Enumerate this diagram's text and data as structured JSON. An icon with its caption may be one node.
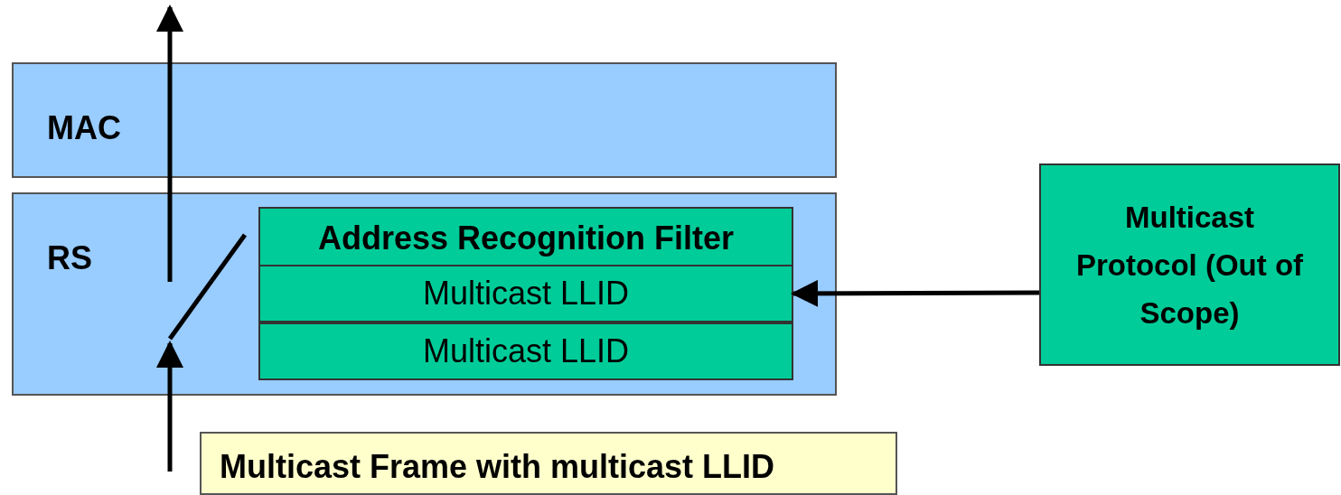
{
  "diagram": {
    "nodes": [
      {
        "text": [
          "MAC"
        ]
      },
      {
        "text": [
          "RS"
        ]
      },
      {
        "text": [],
        "shape": "switch",
        "in": 1
      },
      {
        "text": [
          "Address Recognition Filter"
        ],
        "in": 1
      },
      {
        "text": [
          "Multicast LLID"
        ],
        "in": 3
      },
      {
        "text": [
          "Multicast LLID"
        ],
        "in": 3
      },
      {
        "text": [
          "Multicast Protocol (Out of Scope)"
        ]
      },
      {
        "text": [
          "Multicast Frame with multicast LLID"
        ]
      }
    ],
    "edges": [
      {
        "from": null,
        "to": 2,
        "arrow": "to"
      },
      {
        "from": 2,
        "to": null,
        "arrow": "to"
      },
      {
        "from": 6,
        "to": 4,
        "arrow": "to"
      }
    ]
  }
}
